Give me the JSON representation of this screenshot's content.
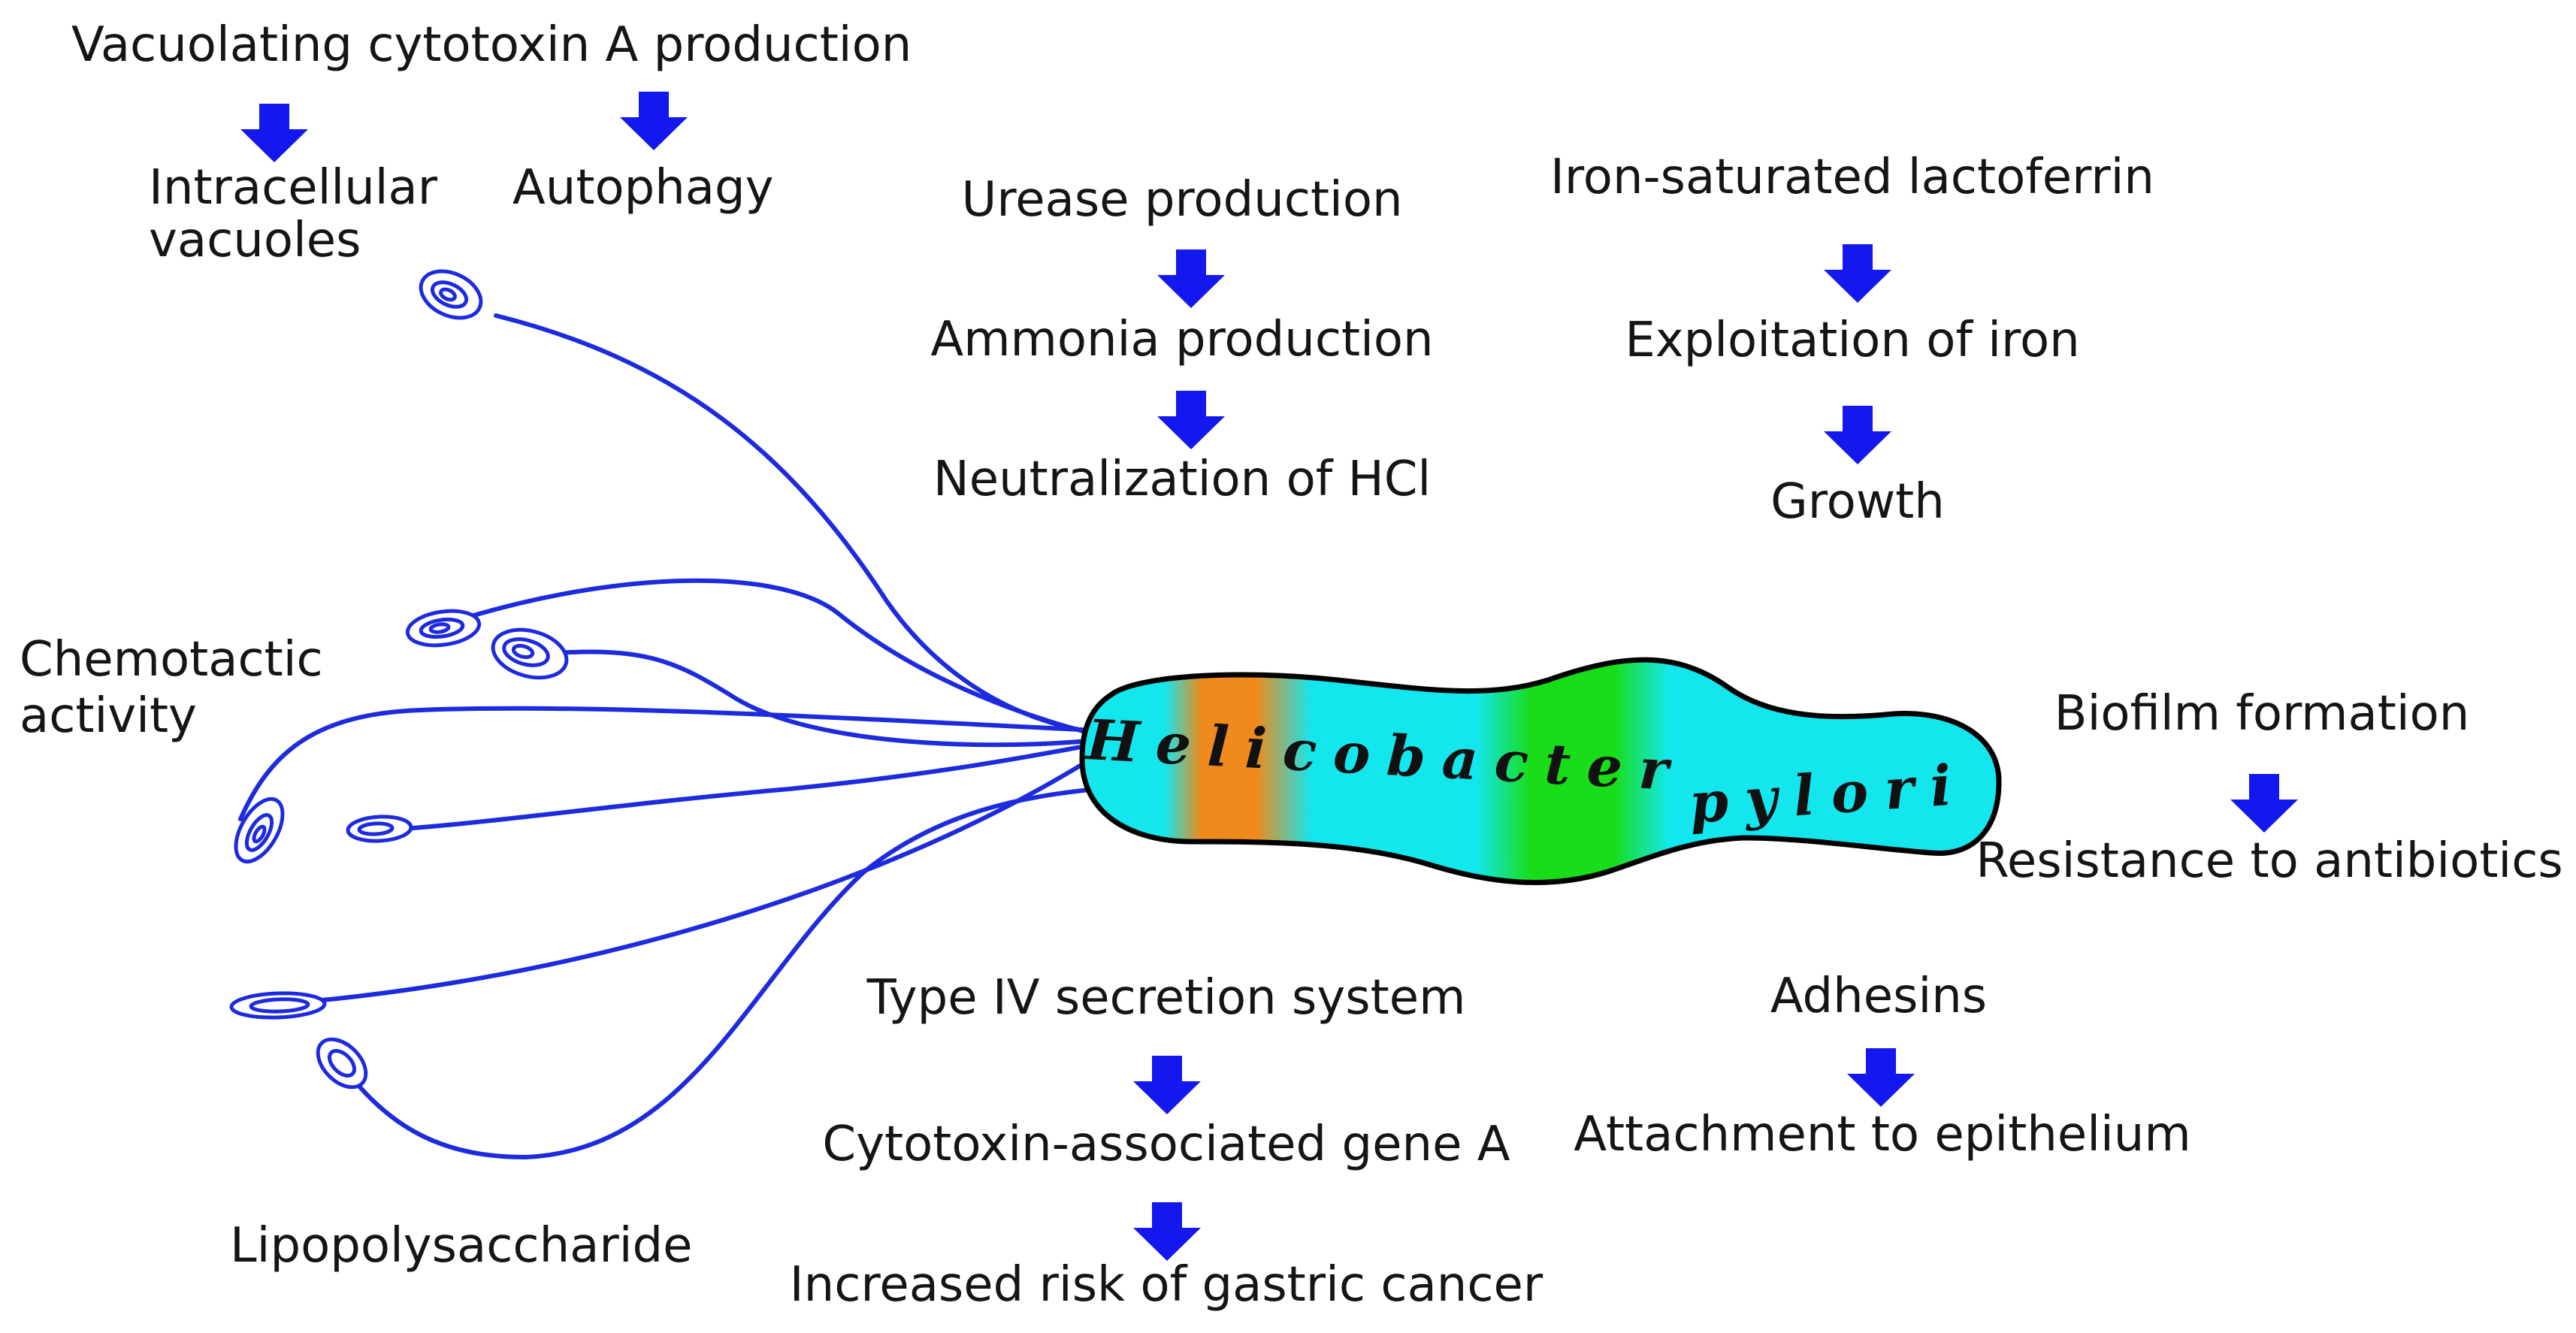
{
  "bacterium": {
    "name_part1": "Helicobacter",
    "name_part2": "pylori",
    "body_color": "#14e6ee",
    "orange_band": "#f08a1c",
    "green_band": "#18dd18",
    "flagella_color": "#1d2bde"
  },
  "arrow_color": "#1318ee",
  "labels": {
    "vaca": "Vacuolating cytotoxin A production",
    "intracellular_1": "Intracellular",
    "intracellular_2": "vacuoles",
    "autophagy": "Autophagy",
    "urease": "Urease production",
    "ammonia": "Ammonia production",
    "neutralization": "Neutralization of HCl",
    "lactoferrin": "Iron-saturated lactoferrin",
    "iron": "Exploitation of iron",
    "growth": "Growth",
    "chemotactic_1": "Chemotactic",
    "chemotactic_2": "activity",
    "biofilm": "Biofilm formation",
    "resistance": "Resistance to antibiotics",
    "type4": "Type IV secretion system",
    "caga": "Cytotoxin-associated gene A",
    "gastric": "Increased risk of gastric cancer",
    "adhesins": "Adhesins",
    "attachment": "Attachment to epithelium",
    "lps": "Lipopolysaccharide"
  }
}
